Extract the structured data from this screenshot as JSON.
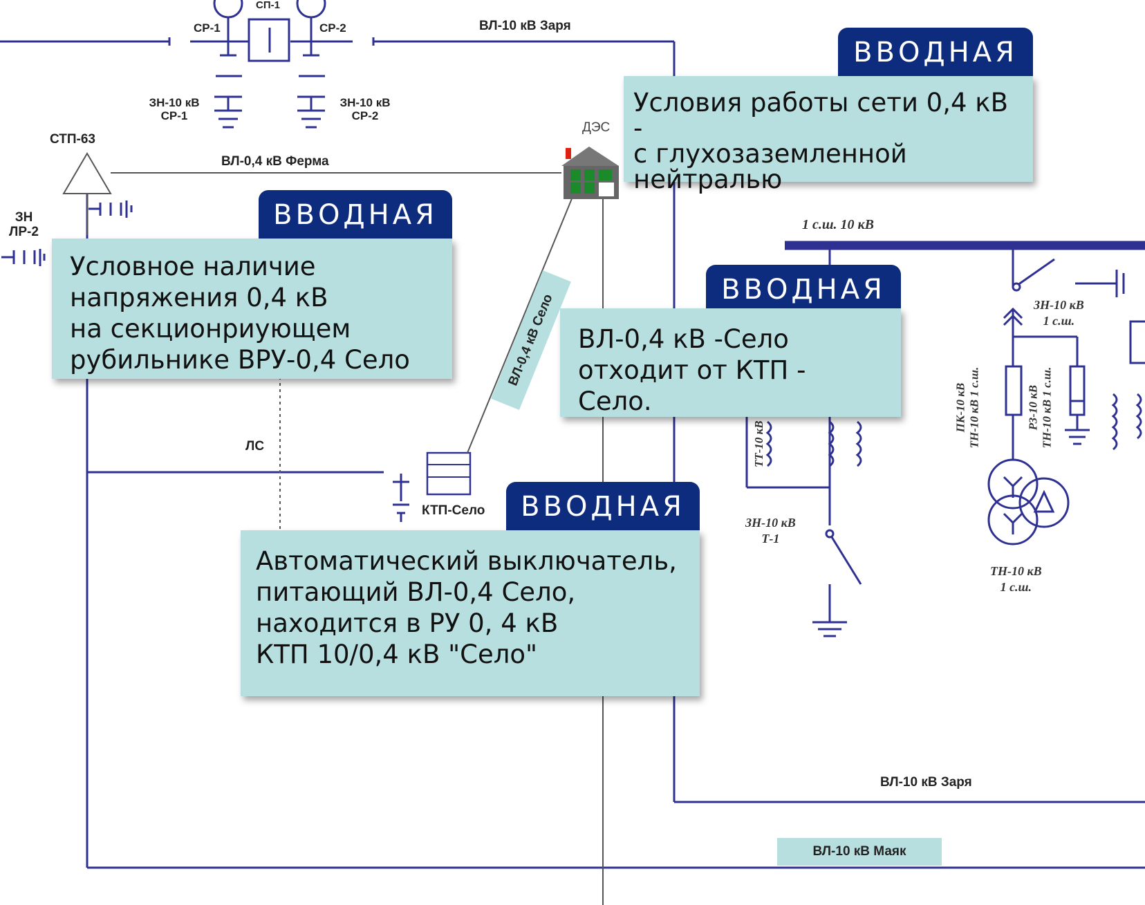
{
  "labels": {
    "sp1": "СП-1",
    "sr1": "СР-1",
    "sr2": "СР-2",
    "vl10_zarya_top": "ВЛ-10 кВ Заря",
    "zn_sr1": "ЗН-10 кВ\nСР-1",
    "zn_sr2": "ЗН-10 кВ\nСР-2",
    "stp63": "СТП-63",
    "vl04_ferma": "ВЛ-0,4 кВ Ферма",
    "des": "ДЭС",
    "zn_lr2": "ЗН\nЛР-2",
    "vl04_selo": "ВЛ-0,4 кВ Село",
    "ls": "ЛС",
    "ktp_selo": "КТП-Село",
    "bus_1sh": "1 с.ш. 10 кВ",
    "zn_1sh": "ЗН-10 кВ\n1 с.ш.",
    "pk_tn": "ПК-10 кВ\nТН-10 кВ 1 с.ш.",
    "rz_tn": "РЗ-10 кВ\nТН-10 кВ 1 с.ш.",
    "tt10": "ТТ-10 кВ",
    "zn_t1": "ЗН-10 кВ\nТ-1",
    "tn_1sh": "ТН-10 кВ\n1 с.ш.",
    "vl10_zarya_bottom": "ВЛ-10 кВ Заря",
    "vl10_mayak": "ВЛ-10 кВ Маяк"
  },
  "callouts": [
    {
      "tag": "ВВОДНАЯ",
      "text": "Условия работы сети 0,4 кВ -\nс глухозаземленной\nнейтралью"
    },
    {
      "tag": "ВВОДНАЯ",
      "text": "Условное наличие\nнапряжения 0,4 кВ\nна секционриующем\nрубильнике ВРУ-0,4 Село"
    },
    {
      "tag": "ВВОДНАЯ",
      "text": "ВЛ-0,4 кВ -Село\nотходит от КТП -  Село."
    },
    {
      "tag": "ВВОДНАЯ",
      "text": "Автоматический выключатель,\nпитающий ВЛ-0,4 Село,\nнаходится в  РУ 0, 4 кВ\nКТП 10/0,4 кВ \"Село\""
    }
  ],
  "colors": {
    "line": "#2e3192",
    "thin_line": "#555555",
    "tag_bg": "#0e2c7e",
    "box_bg": "#b8dfe0"
  }
}
